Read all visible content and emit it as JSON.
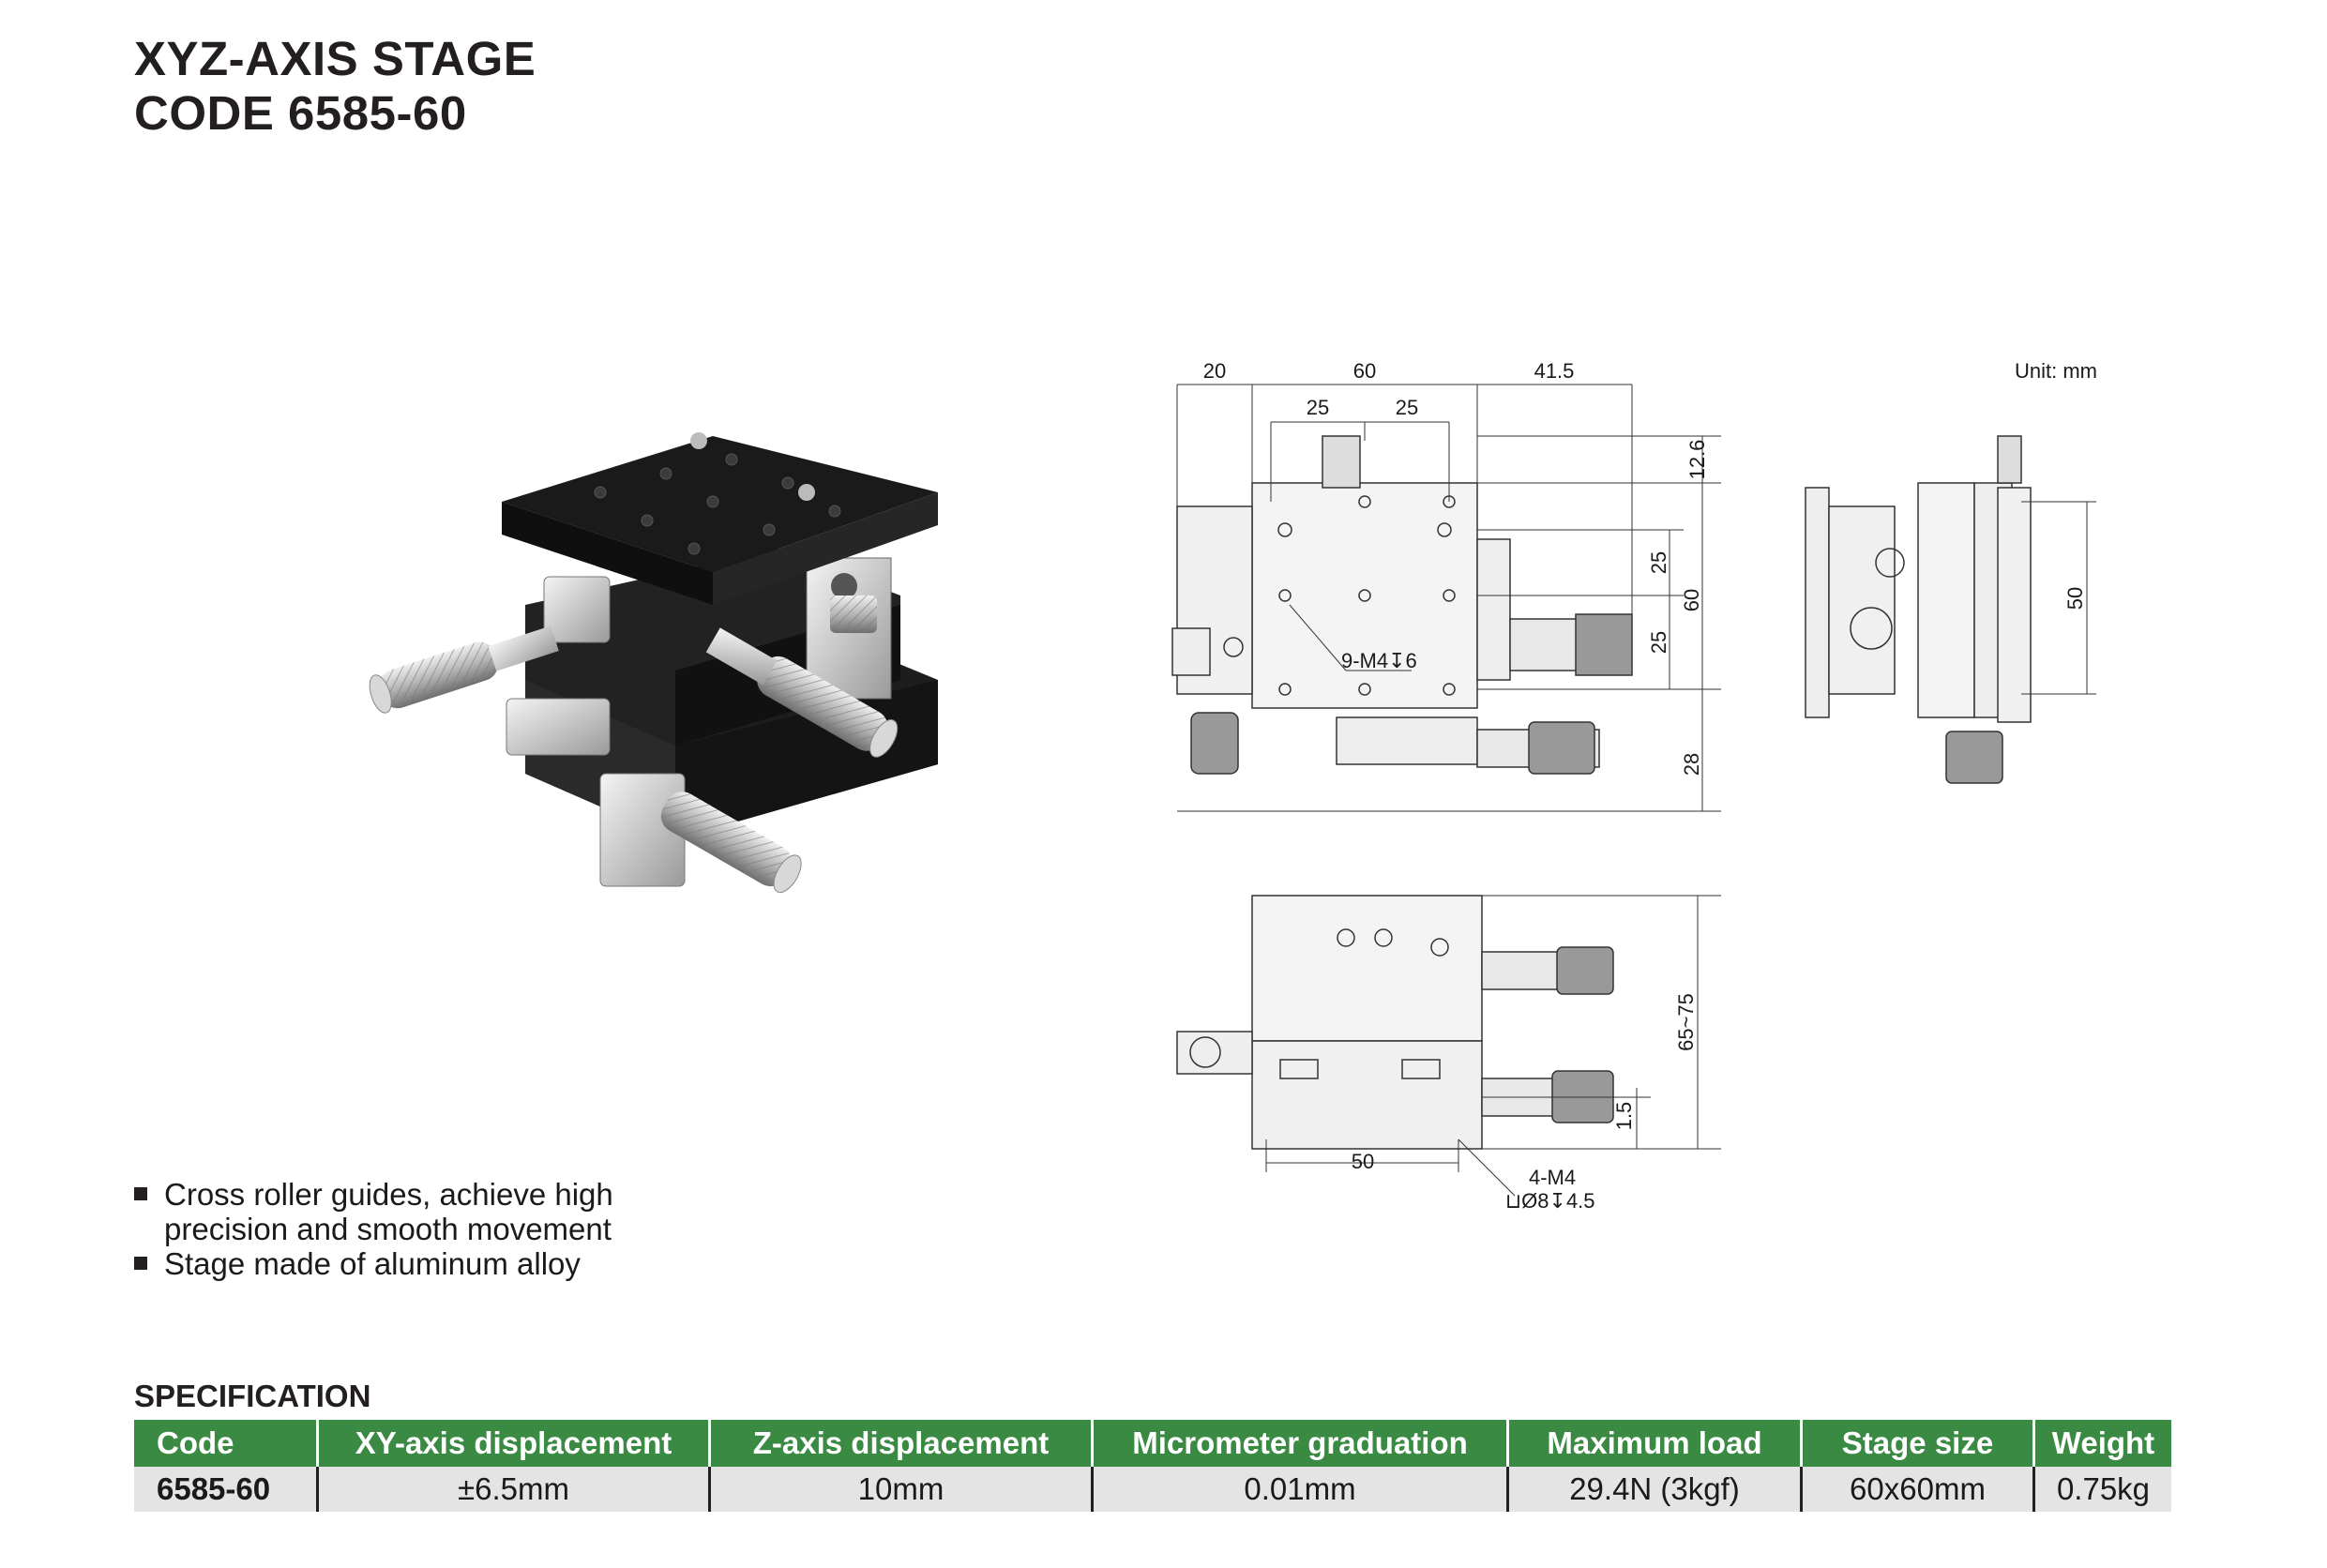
{
  "title": {
    "line1": "XYZ-AXIS STAGE",
    "line2": "CODE 6585-60"
  },
  "drawing": {
    "unit": "Unit: mm",
    "top_view": {
      "dim_left": "20",
      "dim_width": "60",
      "dim_right": "41.5",
      "dim_hole_a": "25",
      "dim_hole_b": "25",
      "dim_top_offset": "12.6",
      "dim_hole_v1": "25",
      "dim_hole_v2": "25",
      "dim_height": "60",
      "dim_bottom": "28",
      "hole_callout": "9-M4↧6"
    },
    "side_view": {
      "dim_height": "50"
    },
    "front_view": {
      "dim_height": "65~75",
      "dim_small": "1.5",
      "dim_width": "50",
      "hole_callout_1": "4-M4",
      "hole_callout_2": "⊔Ø8↧4.5"
    }
  },
  "features": [
    "Cross roller guides, achieve high precision and smooth movement",
    "Stage made of aluminum alloy"
  ],
  "spec": {
    "heading": "SPECIFICATION",
    "headers": [
      "Code",
      "XY-axis displacement",
      "Z-axis displacement",
      "Micrometer graduation",
      "Maximum load",
      "Stage size",
      "Weight"
    ],
    "row": [
      "6585-60",
      "±6.5mm",
      "10mm",
      "0.01mm",
      "29.4N (3kgf)",
      "60x60mm",
      "0.75kg"
    ]
  },
  "colors": {
    "header_green": "#3a8a44",
    "row_gray": "#e4e4e4",
    "title": "#231f20"
  }
}
